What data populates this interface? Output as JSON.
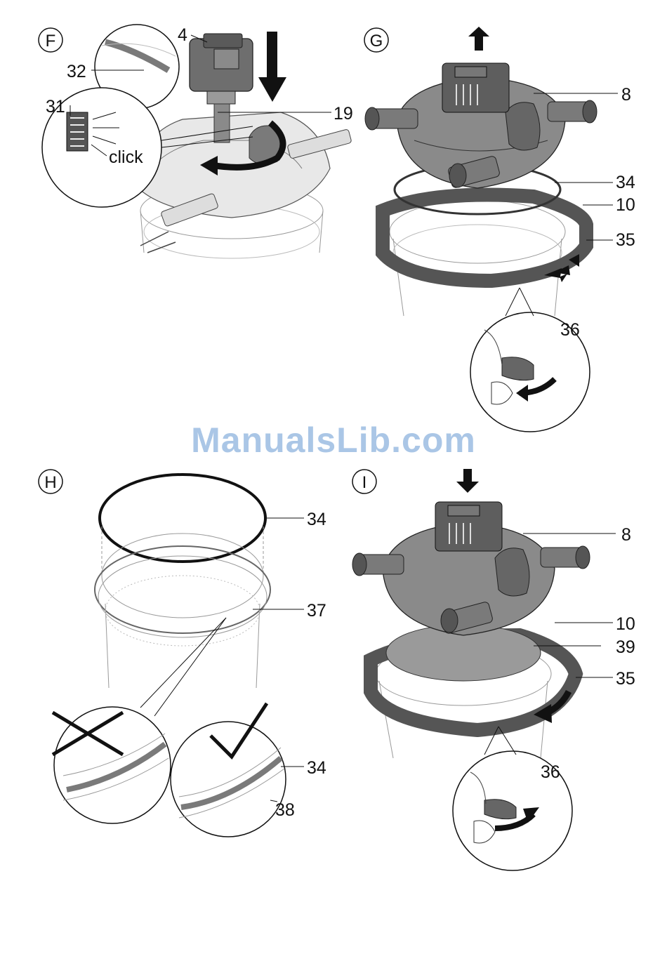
{
  "watermark": "ManualsLib.com",
  "colors": {
    "ink": "#111111",
    "body_gray": "#8a8a8a",
    "dark_gray": "#4a4a4a",
    "light_gray": "#cfcfcf",
    "watermark": "#aac6e6"
  },
  "panels": {
    "F": {
      "letter": "F",
      "labels": [
        "4",
        "32",
        "31",
        "19"
      ],
      "callout_text": "click"
    },
    "G": {
      "letter": "G",
      "labels": [
        "8",
        "34",
        "10",
        "35",
        "36"
      ]
    },
    "H": {
      "letter": "H",
      "labels": [
        "34",
        "37",
        "34",
        "38"
      ]
    },
    "I": {
      "letter": "I",
      "labels": [
        "8",
        "10",
        "39",
        "35",
        "36"
      ]
    }
  }
}
